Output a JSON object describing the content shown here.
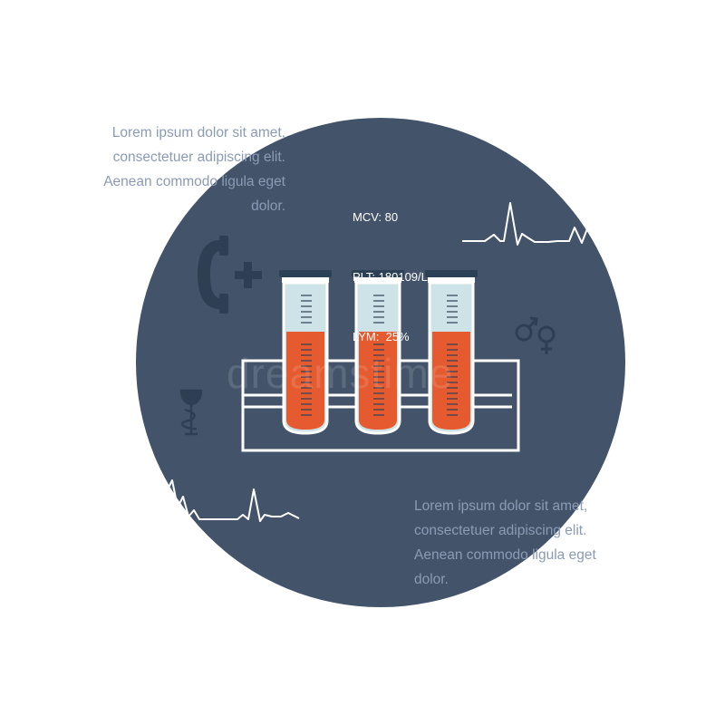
{
  "colors": {
    "background": "#ffffff",
    "circle": "#43546a",
    "blood": "#e55a2e",
    "tube_glass": "#cde3e7",
    "tube_cap": "#2d4156",
    "symbol": "#2f3f53",
    "text": "#8a9bb4",
    "lines": "#ffffff"
  },
  "icons": [
    "test-tube-icon",
    "test-tube-rack-icon",
    "phone-plus-icon",
    "gender-symbols-icon",
    "caduceus-icon",
    "heartbeat-line-icon"
  ],
  "text_top_left": {
    "line1": "Lorem ipsum dolor sit amet,",
    "line2": "consectetuer adipiscing elit.",
    "line3": "Aenean commodo ligula eget",
    "line4": "dolor."
  },
  "text_bottom_right": {
    "line1": "Lorem ipsum dolor sit amet,",
    "line2": "consectetuer adipiscing elit.",
    "line3": "Aenean commodo ligula eget",
    "line4": "dolor."
  },
  "readout": {
    "mcv": "MCV: 80",
    "plt": "PLT: 180109/L",
    "lym": "LYM:  25%"
  },
  "watermark": "dreamstime"
}
